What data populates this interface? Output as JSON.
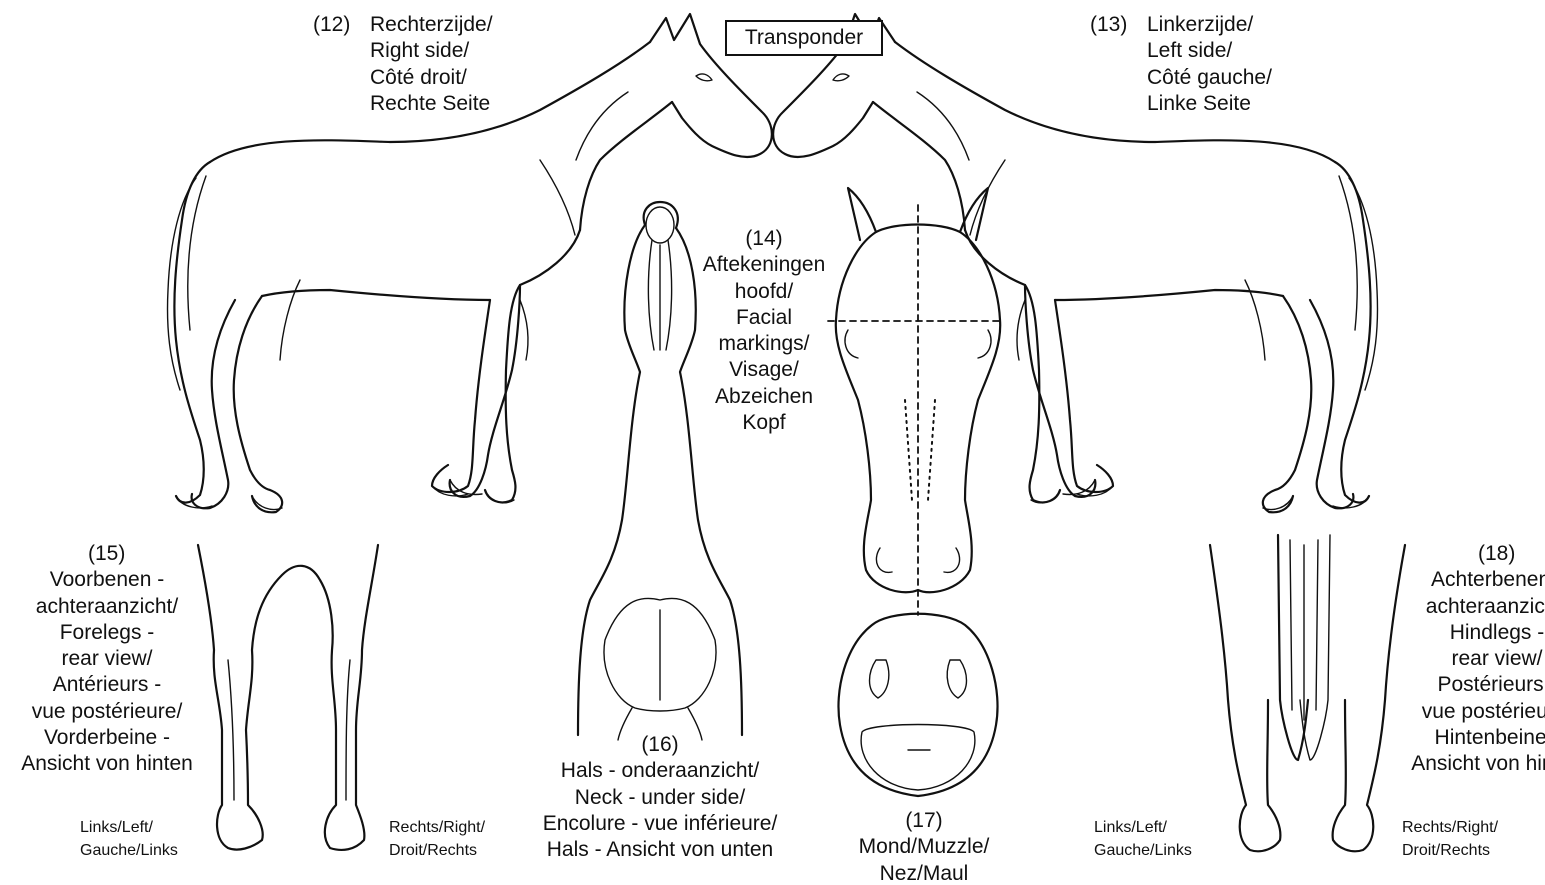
{
  "transponder": "Transponder",
  "right_side": {
    "number": "(12)",
    "lines": [
      "Rechterzijde/",
      "Right side/",
      "Côté droit/",
      "Rechte Seite"
    ]
  },
  "left_side": {
    "number": "(13)",
    "lines": [
      "Linkerzijde/",
      "Left side/",
      "Côté gauche/",
      "Linke Seite"
    ]
  },
  "head": {
    "number": "(14)",
    "lines": [
      "Aftekeningen",
      "hoofd/",
      "Facial",
      "markings/",
      "Visage/",
      "Abzeichen",
      "Kopf"
    ]
  },
  "forelegs": {
    "number": "(15)",
    "lines": [
      "Voorbenen -",
      "achteraanzicht/",
      "Forelegs -",
      "rear view/",
      "Antérieurs -",
      "vue postérieure/",
      "Vorderbeine -",
      "Ansicht von hinten"
    ],
    "left_label": [
      "Links/Left/",
      "Gauche/Links"
    ],
    "right_label": [
      "Rechts/Right/",
      "Droit/Rechts"
    ]
  },
  "neck": {
    "number": "(16)",
    "lines": [
      "Hals - onderaanzicht/",
      "Neck - under side/",
      "Encolure - vue inférieure/",
      "Hals - Ansicht von unten"
    ]
  },
  "muzzle": {
    "number": "(17)",
    "lines": [
      "Mond/Muzzle/",
      "Nez/Maul"
    ]
  },
  "hindlegs": {
    "number": "(18)",
    "lines": [
      "Achterbenen -",
      "achteraanzicht/",
      "Hindlegs -",
      "rear view/",
      "Postérieurs -",
      "vue postérieure/",
      "Hintenbeine -",
      "Ansicht von hinten"
    ],
    "left_label": [
      "Links/Left/",
      "Gauche/Links"
    ],
    "right_label": [
      "Rechts/Right/",
      "Droit/Rechts"
    ]
  }
}
